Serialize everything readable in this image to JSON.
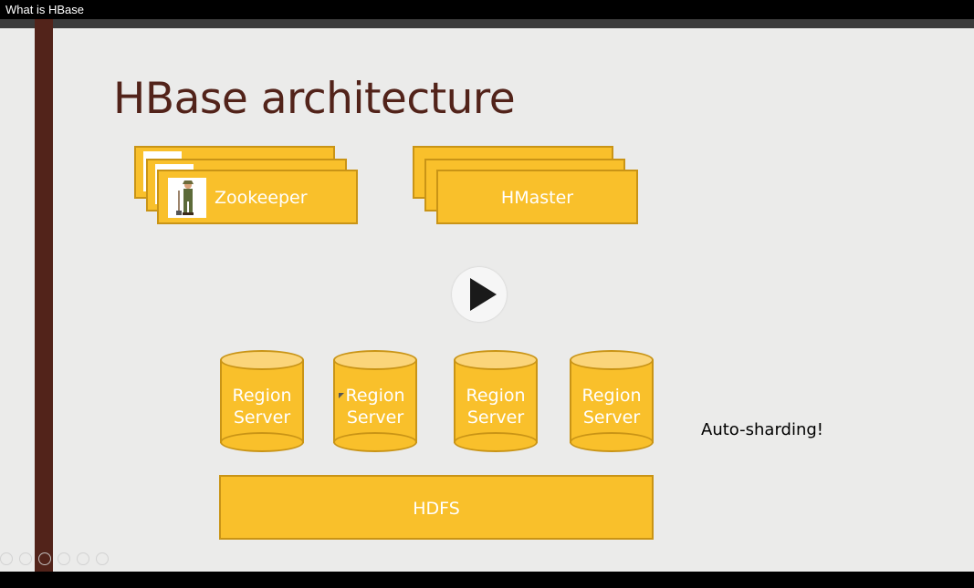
{
  "window": {
    "title": "What is HBase"
  },
  "slide": {
    "heading": "HBase architecture",
    "zookeeper": {
      "label": "Zookeeper",
      "icon": "zookeeper-keeper-icon"
    },
    "hmaster": {
      "label": "HMaster"
    },
    "region_servers": [
      {
        "label_line1": "Region",
        "label_line2": "Server"
      },
      {
        "label_line1": "Region",
        "label_line2": "Server"
      },
      {
        "label_line1": "Region",
        "label_line2": "Server"
      },
      {
        "label_line1": "Region",
        "label_line2": "Server"
      }
    ],
    "note": "Auto-sharding!",
    "hdfs": {
      "label": "HDFS"
    }
  },
  "colors": {
    "accent": "#f9c02b",
    "border": "#c99416",
    "heading": "#52231a",
    "sidebar": "#52231a",
    "background": "#ebebea"
  }
}
